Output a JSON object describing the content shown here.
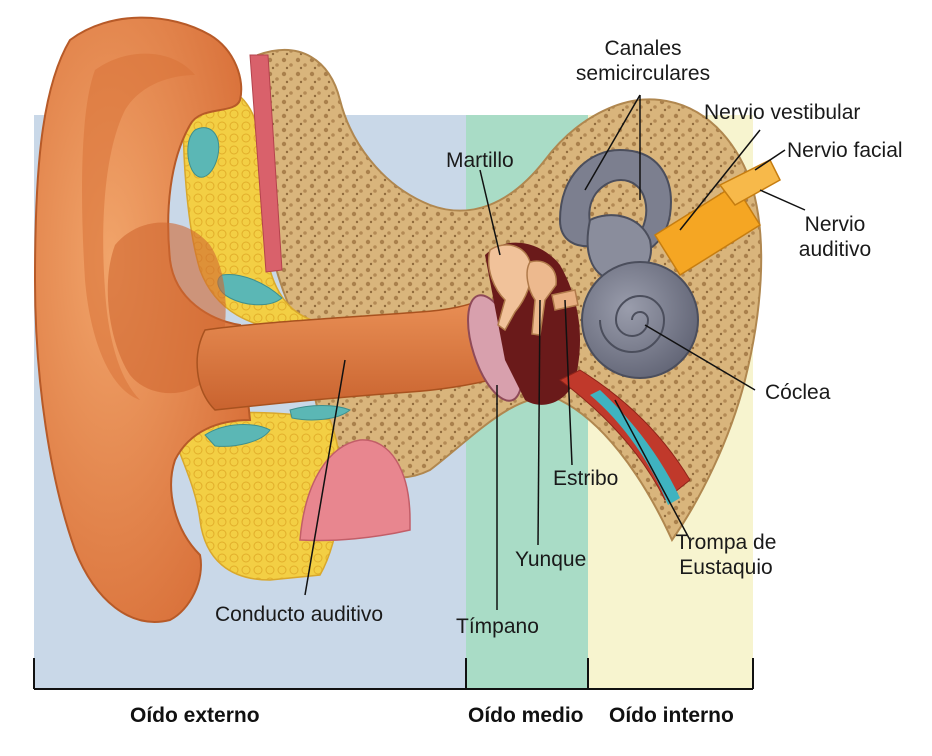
{
  "labels": {
    "canales": "Canales\nsemicirculares",
    "nervio_vestibular": "Nervio vestibular",
    "nervio_facial": "Nervio facial",
    "nervio_auditivo": "Nervio\nauditivo",
    "martillo": "Martillo",
    "coclea": "Cóclea",
    "estribo": "Estribo",
    "yunque": "Yunque",
    "trompa": "Trompa de\nEustaquio",
    "conducto": "Conducto auditivo",
    "timpano": "Tímpano"
  },
  "sections": {
    "externo": "Oído externo",
    "medio": "Oído medio",
    "interno": "Oído interno"
  },
  "colors": {
    "outer_zone": "#c9d8e8",
    "middle_zone": "#a9dcc6",
    "inner_zone": "#f7f4cf",
    "skin": "#e8894d",
    "bone": "#d8b27a",
    "cochlea": "#7c7f8f",
    "nerve": "#f5a623",
    "fat": "#f2cc3d",
    "cartilage": "#5bb7b5"
  }
}
